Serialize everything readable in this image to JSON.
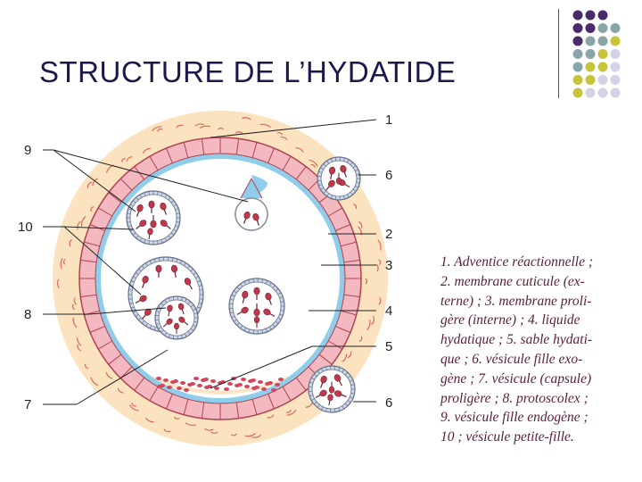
{
  "slide": {
    "title": "STRUCTURE DE L’HYDATIDE"
  },
  "diagram": {
    "labels": {
      "l1": "1",
      "l2": "2",
      "l3": "3",
      "l4": "4",
      "l5": "5",
      "l6a": "6",
      "l6b": "6",
      "l7": "7",
      "l8": "8",
      "l9": "9",
      "l10": "10"
    }
  },
  "legend": {
    "lines": [
      "1. Adventice réactionnelle ;",
      "2. membrane cuticule (ex-",
      "terne) ; 3. membrane proli-",
      "gère (interne) ; 4. liquide",
      "hydatique ; 5. sable hydati-",
      "que ; 6. vésicule fille exo-",
      "gène ; 7. vésicule (capsule)",
      "proligère ; 8. protoscolex ;",
      "9. vésicule fille endogène ;",
      "10 ; vésicule petite-fille."
    ]
  },
  "colors": {
    "adventice": "#fbe3bf",
    "cuticle": "#f4b9c0",
    "germinal": "#8fcdea",
    "protoscolex": "#c0394a",
    "legend_text": "#5a1e3a",
    "dot_purple": "#4a2a6a",
    "dot_teal": "#8aa5a8",
    "dot_olive": "#c5c43a",
    "dot_lavender": "#d4d2e6"
  }
}
